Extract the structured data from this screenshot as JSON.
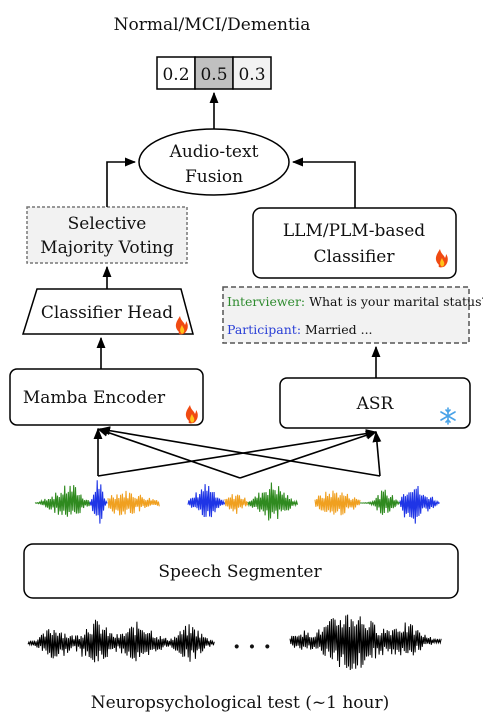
{
  "top_label": "Normal/MCI/Dementia",
  "probabilities": [
    "0.2",
    "0.5",
    "0.3"
  ],
  "fusion": {
    "line1": "Audio-text",
    "line2": "Fusion"
  },
  "selective": {
    "line1": "Selective",
    "line2": "Majority Voting"
  },
  "llm": {
    "line1": "LLM/PLM-based",
    "line2": "Classifier"
  },
  "classifier_head": "Classifier Head",
  "mamba_encoder": "Mamba Encoder",
  "asr": "ASR",
  "transcript": {
    "interviewer_label": "Interviewer:",
    "interviewer_text": " What is your marital status?",
    "participant_label": "Participant:",
    "participant_text": " Married ..."
  },
  "segmenter": "Speech Segmenter",
  "ellipsis": "· · ·",
  "bottom_label": "Neuropsychological test (~1 hour)",
  "colors": {
    "interviewer": "#2e8b2e",
    "participant": "#2a3fd6",
    "wave_green": "#2f8a1f",
    "wave_blue": "#1f35e6",
    "wave_orange": "#f0a020",
    "prob_highlight": "#c0c0c0",
    "gray_box": "#f2f2f2"
  },
  "icons": {
    "trainable": "fire-icon",
    "frozen": "snowflake-icon"
  }
}
